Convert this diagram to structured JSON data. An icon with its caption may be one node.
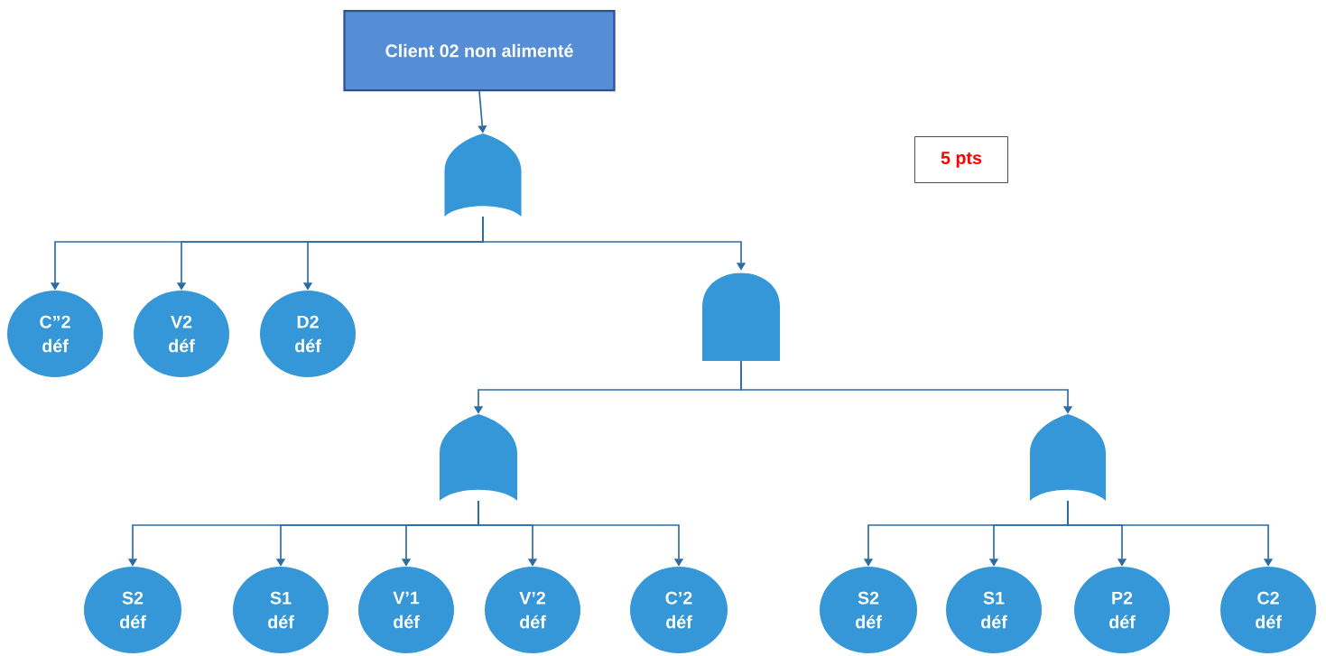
{
  "diagram": {
    "nodes": [
      {
        "text": [
          "Client 02 non alimenté"
        ]
      },
      {
        "text": [],
        "shape": "or-gate"
      },
      {
        "text": [
          "C”2 déf"
        ]
      },
      {
        "text": [
          "V2 déf"
        ]
      },
      {
        "text": [
          "D2 déf"
        ]
      },
      {
        "text": [],
        "shape": "and-gate"
      },
      {
        "text": [],
        "shape": "or-gate"
      },
      {
        "text": [],
        "shape": "or-gate"
      },
      {
        "text": [
          "S2 déf"
        ]
      },
      {
        "text": [
          "S1 déf"
        ]
      },
      {
        "text": [
          "V’1 déf"
        ]
      },
      {
        "text": [
          "V’2 déf"
        ]
      },
      {
        "text": [
          "C’2 déf"
        ]
      },
      {
        "text": [
          "S2 déf"
        ]
      },
      {
        "text": [
          "S1 déf"
        ]
      },
      {
        "text": [
          "P2 déf"
        ]
      },
      {
        "text": [
          "C2 déf"
        ]
      },
      {
        "text": [
          "5 pts"
        ]
      }
    ],
    "edges": [
      {
        "from": 0,
        "to": 1,
        "arrow": "to"
      },
      {
        "from": 1,
        "to": 2,
        "arrow": "to"
      },
      {
        "from": 1,
        "to": 3,
        "arrow": "to"
      },
      {
        "from": 1,
        "to": 4,
        "arrow": "to"
      },
      {
        "from": 1,
        "to": 5,
        "arrow": "to"
      },
      {
        "from": 5,
        "to": 6,
        "arrow": "to"
      },
      {
        "from": 5,
        "to": 7,
        "arrow": "to"
      },
      {
        "from": 6,
        "to": 8,
        "arrow": "to"
      },
      {
        "from": 6,
        "to": 9,
        "arrow": "to"
      },
      {
        "from": 6,
        "to": 10,
        "arrow": "to"
      },
      {
        "from": 6,
        "to": 11,
        "arrow": "to"
      },
      {
        "from": 6,
        "to": 12,
        "arrow": "to"
      },
      {
        "from": 7,
        "to": 13,
        "arrow": "to"
      },
      {
        "from": 7,
        "to": 14,
        "arrow": "to"
      },
      {
        "from": 7,
        "to": 15,
        "arrow": "to"
      },
      {
        "from": 7,
        "to": 16,
        "arrow": "to"
      }
    ]
  }
}
